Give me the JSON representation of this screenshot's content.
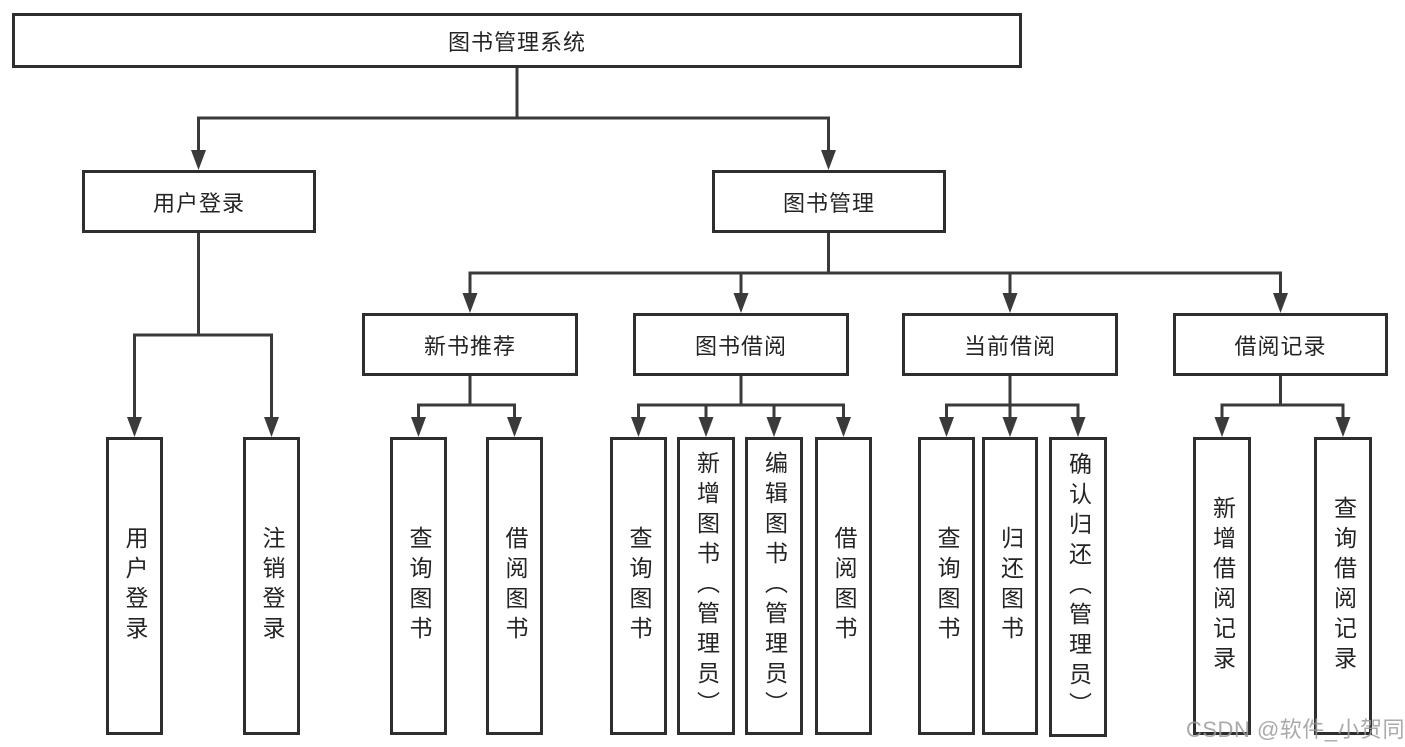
{
  "diagram": {
    "root": {
      "label": "图书管理系统"
    },
    "level1": [
      {
        "label": "用户登录",
        "children": [
          {
            "label": "用户登录"
          },
          {
            "label": "注销登录"
          }
        ]
      },
      {
        "label": "图书管理",
        "children": [
          {
            "label": "新书推荐",
            "children": [
              {
                "label": "查询图书"
              },
              {
                "label": "借阅图书"
              }
            ]
          },
          {
            "label": "图书借阅",
            "children": [
              {
                "label": "查询图书"
              },
              {
                "label": "新增图书（管理员）"
              },
              {
                "label": "编辑图书（管理员）"
              },
              {
                "label": "借阅图书"
              }
            ]
          },
          {
            "label": "当前借阅",
            "children": [
              {
                "label": "查询图书"
              },
              {
                "label": "归还图书"
              },
              {
                "label": "确认归还（管理员）"
              }
            ]
          },
          {
            "label": "借阅记录",
            "children": [
              {
                "label": "新增借阅记录"
              },
              {
                "label": "查询借阅记录"
              }
            ]
          }
        ]
      }
    ]
  },
  "colors": {
    "line": "#3a3a3a",
    "border": "#2e2e2e",
    "text": "#242424",
    "watermark": "#9b9b9b"
  },
  "watermark": {
    "text": "CSDN @软件_小贺同学"
  }
}
